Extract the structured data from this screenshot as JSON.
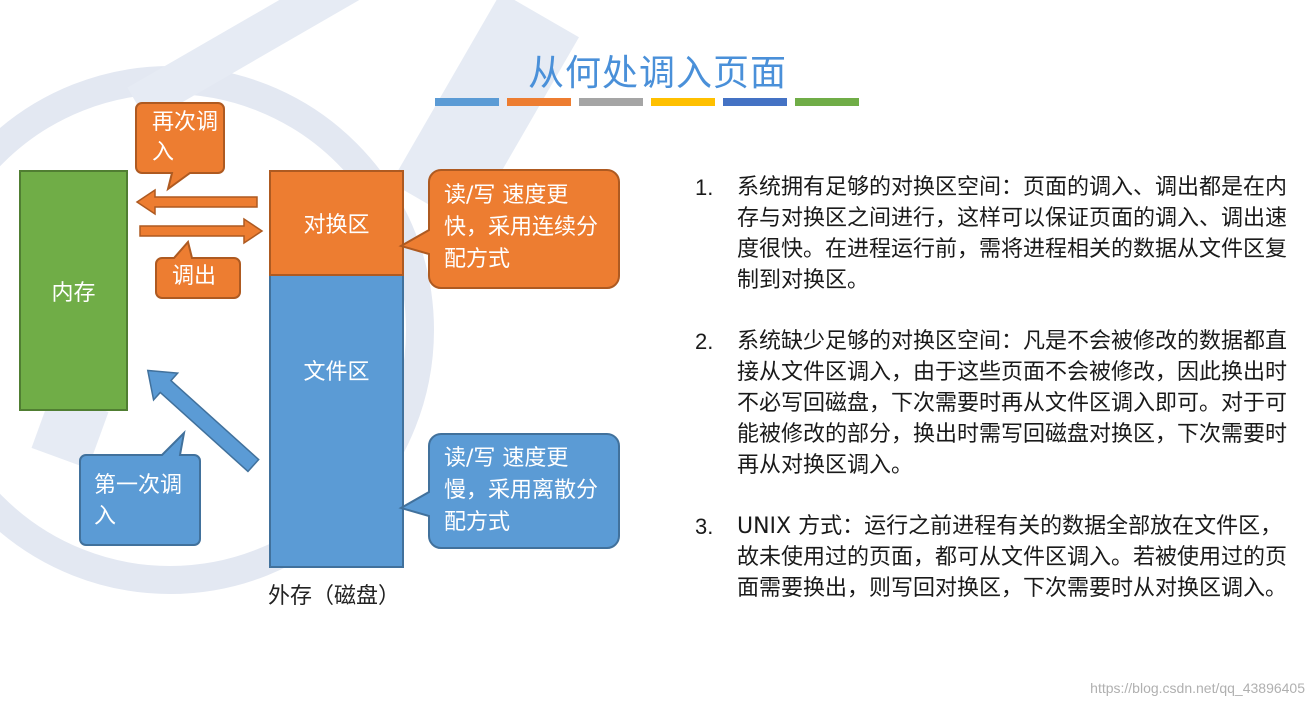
{
  "title": "从何处调入页面",
  "title_bar_colors": [
    "#5b9bd5",
    "#ed7d31",
    "#a5a5a5",
    "#ffc000",
    "#4472c4",
    "#70ad47"
  ],
  "memory": {
    "label": "内存",
    "color": "#70ad47"
  },
  "disk": {
    "swap_label": "对换区",
    "swap_color": "#ed7d31",
    "file_label": "文件区",
    "file_color": "#5b9bd5",
    "caption": "外存（磁盘）"
  },
  "callouts": {
    "swap_in": "再次调入",
    "swap_out": "调出",
    "first_load": "第一次调入",
    "swap_note": "读/写 速度更快，采用连续分配方式",
    "file_note": "读/写 速度更慢，采用离散分配方式"
  },
  "points": [
    {
      "num": "1.",
      "text": "系统拥有足够的对换区空间：页面的调入、调出都是在内存与对换区之间进行，这样可以保证页面的调入、调出速度很快。在进程运行前，需将进程相关的数据从文件区复制到对换区。"
    },
    {
      "num": "2.",
      "text": "系统缺少足够的对换区空间：凡是不会被修改的数据都直接从文件区调入，由于这些页面不会被修改，因此换出时不必写回磁盘，下次需要时再从文件区调入即可。对于可能被修改的部分，换出时需写回磁盘对换区，下次需要时再从对换区调入。"
    },
    {
      "num": "3.",
      "text": "UNIX 方式：运行之前进程有关的数据全部放在文件区，故未使用过的页面，都可从文件区调入。若被使用过的页面需要换出，则写回对换区，下次需要时从对换区调入。"
    }
  ],
  "source_url": "https://blog.csdn.net/qq_43896405"
}
